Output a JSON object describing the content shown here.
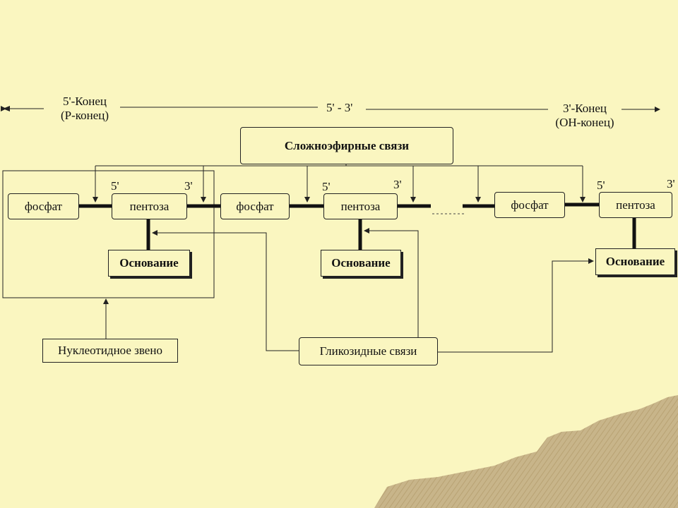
{
  "header": {
    "left_end_line1": "5'-Конец",
    "left_end_line2": "(P-конец)",
    "direction": "5' - 3'",
    "right_end_line1": "3'-Конец",
    "right_end_line2": "(OH-конец)"
  },
  "ester_bonds": "Сложноэфирные связи",
  "units": [
    {
      "phosphate": "фосфат",
      "pentose": "пентоза",
      "base": "Основание",
      "prime5": "5'",
      "prime3": "3'"
    },
    {
      "phosphate": "фосфат",
      "pentose": "пентоза",
      "base": "Основание",
      "prime5": "5'",
      "prime3": "3'"
    },
    {
      "phosphate": "фосфат",
      "pentose": "пентоза",
      "base": "Основание",
      "prime5": "5'",
      "prime3": "3'"
    }
  ],
  "nucleotide_unit": "Нуклеотидное звено",
  "glycosidic_bonds": "Гликозидные связи",
  "colors": {
    "background": "#FAF6C0",
    "line": "#222222",
    "decoration": "#C8B58A"
  }
}
